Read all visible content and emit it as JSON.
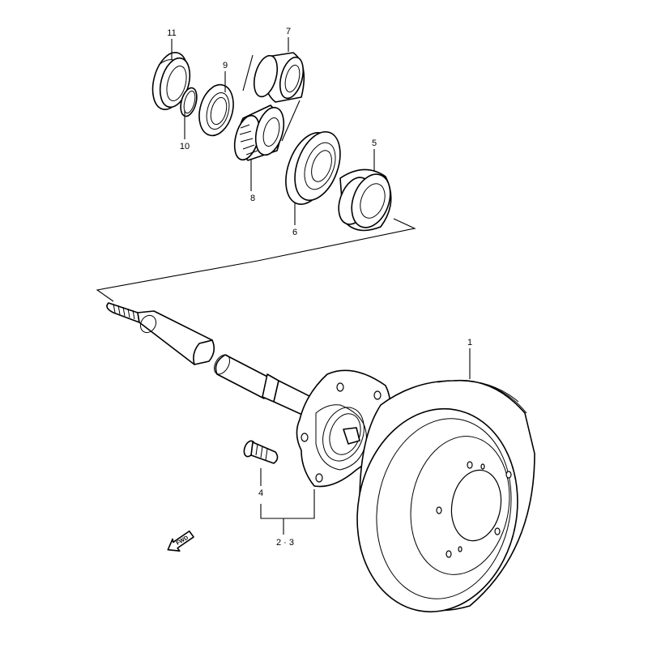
{
  "callouts": {
    "c1": "1",
    "c2_3": "2 · 3",
    "c4": "4",
    "c5": "5",
    "c6": "6",
    "c7": "7",
    "c8": "8",
    "c9": "9",
    "c10": "10",
    "c11": "11"
  },
  "fwd_label": "FWD",
  "colors": {
    "ink": "#000000",
    "paper": "#ffffff"
  }
}
